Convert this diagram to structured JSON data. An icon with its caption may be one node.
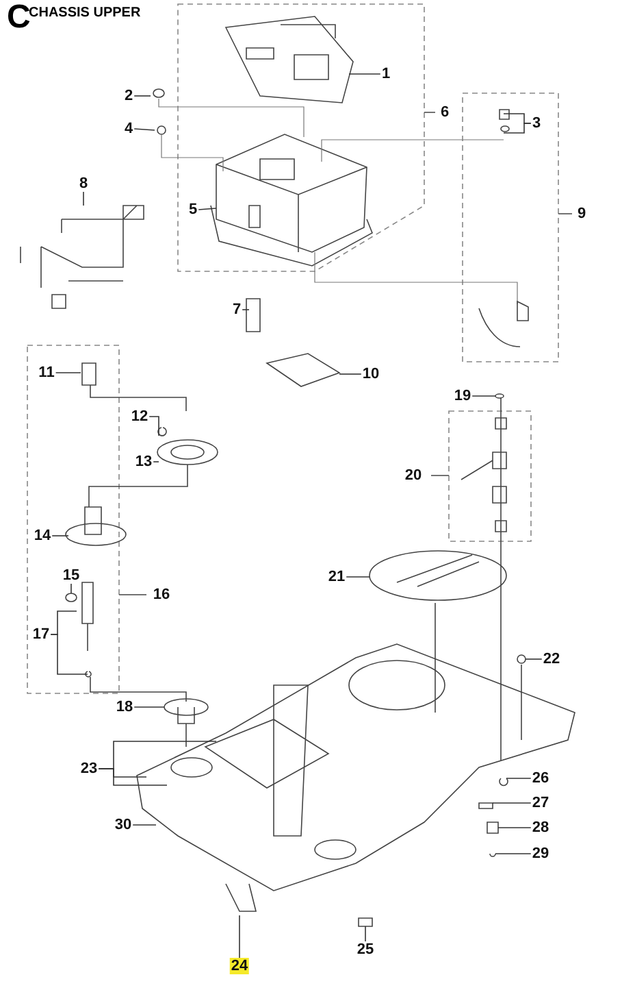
{
  "diagram": {
    "title": "CHASSIS UPPER",
    "nodes": [
      {
        "text": [
          "1"
        ]
      },
      {
        "text": [
          "2"
        ]
      },
      {
        "text": [
          "3"
        ]
      },
      {
        "text": [
          "4"
        ]
      },
      {
        "text": [
          "5"
        ]
      },
      {
        "text": [
          "7"
        ]
      },
      {
        "text": [
          "8"
        ]
      },
      {
        "text": [
          "10"
        ]
      },
      {
        "text": [
          "11"
        ]
      },
      {
        "text": [
          "12"
        ]
      },
      {
        "text": [
          "13"
        ]
      },
      {
        "text": [
          "14"
        ]
      },
      {
        "text": [
          "15"
        ]
      },
      {
        "text": [
          "17"
        ]
      },
      {
        "text": [
          "18"
        ]
      },
      {
        "text": [
          "19"
        ]
      },
      {
        "text": [
          "21"
        ]
      },
      {
        "text": [
          "22"
        ]
      },
      {
        "text": [
          "23"
        ]
      },
      {
        "text": [
          "24"
        ]
      },
      {
        "text": [
          "25"
        ]
      },
      {
        "text": [
          "26"
        ]
      },
      {
        "text": [
          "27"
        ]
      },
      {
        "text": [
          "28"
        ]
      },
      {
        "text": [
          "29"
        ]
      },
      {
        "text": [
          "30"
        ]
      }
    ],
    "edges": [
      {
        "from": 0,
        "to": null,
        "arrow": "none"
      },
      {
        "from": 1,
        "to": null,
        "arrow": "none"
      },
      {
        "from": 2,
        "to": null,
        "arrow": "none"
      },
      {
        "from": 2,
        "to": null,
        "arrow": "none"
      },
      {
        "from": 3,
        "to": null,
        "arrow": "none"
      },
      {
        "from": 4,
        "to": null,
        "arrow": "none"
      },
      {
        "from": 5,
        "to": null,
        "arrow": "none"
      },
      {
        "from": 6,
        "to": null,
        "arrow": "none"
      },
      {
        "from": 7,
        "to": null,
        "arrow": "none"
      },
      {
        "from": 8,
        "to": null,
        "arrow": "none"
      },
      {
        "from": 9,
        "to": null,
        "arrow": "none"
      },
      {
        "from": 10,
        "to": null,
        "arrow": "none"
      },
      {
        "from": 11,
        "to": null,
        "arrow": "none"
      },
      {
        "from": 12,
        "to": null,
        "arrow": "none"
      },
      {
        "from": 13,
        "to": null,
        "arrow": "none"
      },
      {
        "from": 13,
        "to": null,
        "arrow": "none"
      },
      {
        "from": 14,
        "to": null,
        "arrow": "none"
      },
      {
        "from": 15,
        "to": null,
        "arrow": "none"
      },
      {
        "from": 16,
        "to": null,
        "arrow": "none"
      },
      {
        "from": 17,
        "to": null,
        "arrow": "none"
      },
      {
        "from": 18,
        "to": null,
        "arrow": "none"
      },
      {
        "from": 18,
        "to": null,
        "arrow": "none"
      },
      {
        "from": 18,
        "to": null,
        "arrow": "none"
      },
      {
        "from": 19,
        "to": null,
        "arrow": "none"
      },
      {
        "from": 20,
        "to": null,
        "arrow": "none"
      },
      {
        "from": 21,
        "to": null,
        "arrow": "none"
      },
      {
        "from": 22,
        "to": null,
        "arrow": "none"
      },
      {
        "from": 23,
        "to": null,
        "arrow": "none"
      },
      {
        "from": 24,
        "to": null,
        "arrow": "none"
      },
      {
        "from": 25,
        "to": null,
        "arrow": "none"
      }
    ],
    "labels": [
      "C",
      "6",
      "9",
      "16",
      "20"
    ]
  }
}
